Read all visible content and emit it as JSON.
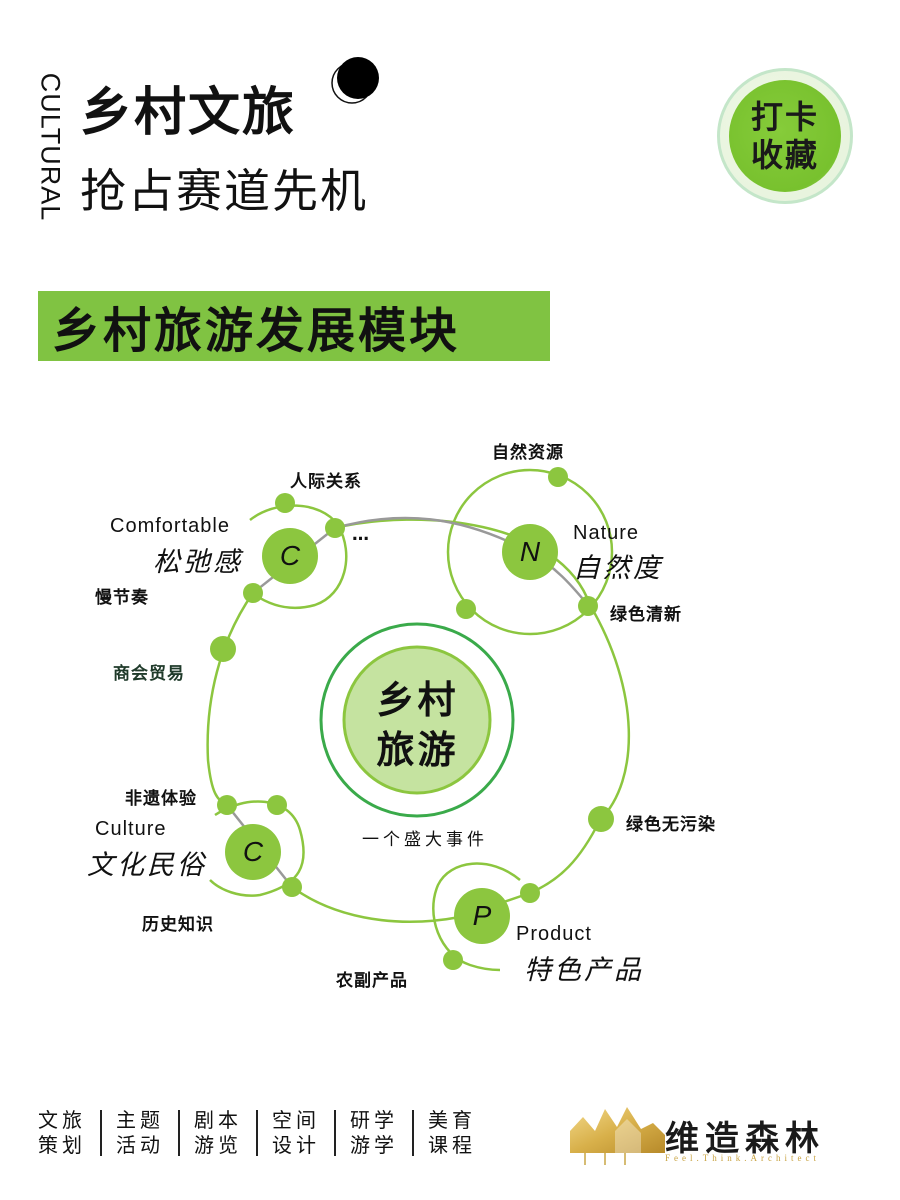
{
  "header": {
    "vertical_label": "CULTURAL",
    "title": "乡村文旅",
    "subtitle": "抢占赛道先机",
    "moon_icon": "crescent-moon-icon"
  },
  "badge": {
    "line1": "打卡",
    "line2": "收藏"
  },
  "banner": {
    "title": "乡村旅游发展模块"
  },
  "diagram": {
    "center": {
      "line1": "乡村",
      "line2": "旅游"
    },
    "center_caption": "一个盛大事件",
    "nodes": [
      {
        "letter": "C",
        "english": "Comfortable",
        "chinese": "松弛感",
        "sub_labels": [
          "人际关系",
          "…",
          "慢节奏"
        ]
      },
      {
        "letter": "N",
        "english": "Nature",
        "chinese": "自然度",
        "sub_labels": [
          "自然资源",
          "绿色清新"
        ]
      },
      {
        "letter": "C",
        "english": "Culture",
        "chinese": "文化民俗",
        "sub_labels": [
          "非遗体验",
          "历史知识"
        ]
      },
      {
        "letter": "P",
        "english": "Product",
        "chinese": "特色产品",
        "sub_labels": [
          "农副产品"
        ]
      }
    ],
    "orbit_labels": [
      "商会贸易",
      "绿色无污染"
    ],
    "colors": {
      "node": "#8cc63f",
      "line": "#8cc63f",
      "center_ring": "#3aaa4a",
      "center_fill": "#c5e3a0",
      "connector": "#999999"
    }
  },
  "footer": {
    "items": [
      {
        "line1": "文旅",
        "line2": "策划"
      },
      {
        "line1": "主题",
        "line2": "活动"
      },
      {
        "line1": "剧本",
        "line2": "游览"
      },
      {
        "line1": "空间",
        "line2": "设计"
      },
      {
        "line1": "研学",
        "line2": "游学"
      },
      {
        "line1": "美育",
        "line2": "课程"
      }
    ],
    "logo": {
      "name": "维造森林",
      "tagline": "Feel.Think.Architect"
    }
  }
}
